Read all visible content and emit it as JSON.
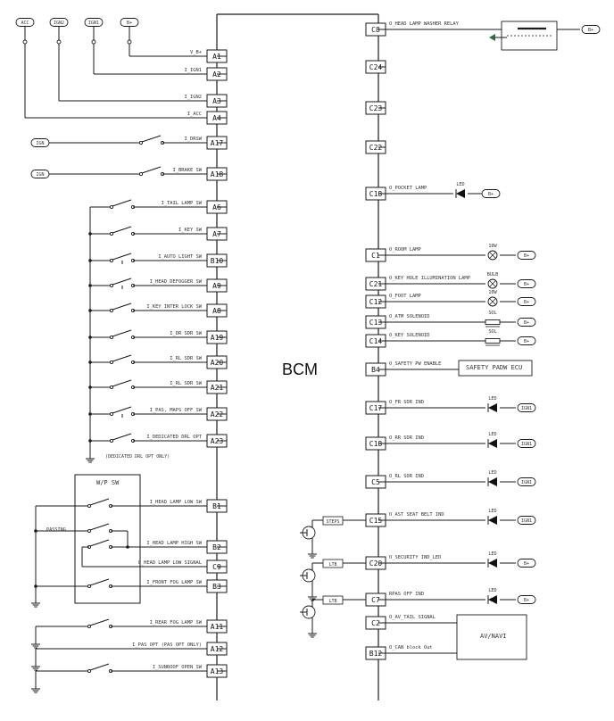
{
  "bcm": {
    "label": "BCM"
  },
  "sources": [
    {
      "text": "ACC"
    },
    {
      "text": "IGN2"
    },
    {
      "text": "IGN1"
    },
    {
      "text": "B+"
    }
  ],
  "pins_left": [
    {
      "pin": "A1",
      "signal": "V_B+"
    },
    {
      "pin": "A2",
      "signal": "I_IGN1"
    },
    {
      "pin": "A3",
      "signal": "I_IGN2"
    },
    {
      "pin": "A4",
      "signal": "I_ACC"
    },
    {
      "pin": "A17",
      "signal": "I_DRSW"
    },
    {
      "pin": "A18",
      "signal": "I_BRAKE SW"
    },
    {
      "pin": "A6",
      "signal": "I_TAIL LAMP SW"
    },
    {
      "pin": "A7",
      "signal": "I_KEY SW"
    },
    {
      "pin": "B10",
      "signal": "I_AUTO LIGHT SW"
    },
    {
      "pin": "A9",
      "signal": "I_HEAD DEFOGGER SW"
    },
    {
      "pin": "A8",
      "signal": "I_KEY INTER LOCK SW"
    },
    {
      "pin": "A19",
      "signal": "I_DR SDR SW"
    },
    {
      "pin": "A20",
      "signal": "I_RL SDR SW"
    },
    {
      "pin": "A21",
      "signal": "I_RL SDR SW"
    },
    {
      "pin": "A22",
      "signal": "I_PAS, MAPS OFF SW"
    },
    {
      "pin": "A23",
      "signal": "I_DEDICATED DRL OPT"
    },
    {
      "pin": "B1",
      "signal": "I_HEAD LAMP LOW SW"
    },
    {
      "pin": "B2",
      "signal": "I_HEAD LAMP HIGH SW"
    },
    {
      "pin": "C9",
      "signal": "O_HEAD LAMP LOW SIGNAL"
    },
    {
      "pin": "B3",
      "signal": "I_FRONT FOG LAMP SW"
    },
    {
      "pin": "A11",
      "signal": "I_REAR FOG LAMP SW"
    },
    {
      "pin": "A12",
      "signal": "I_PAS OPT (PAS OPT ONLY)"
    },
    {
      "pin": "A13",
      "signal": "I_SUNROOF OPEN SW"
    }
  ],
  "pins_right": [
    {
      "pin": "C8",
      "signal": "O_HEAD LAMP WASHER RELAY",
      "device": "",
      "dest": "B+"
    },
    {
      "pin": "C24",
      "signal": "",
      "device": "",
      "dest": ""
    },
    {
      "pin": "C23",
      "signal": "",
      "device": "",
      "dest": ""
    },
    {
      "pin": "C22",
      "signal": "",
      "device": "",
      "dest": ""
    },
    {
      "pin": "C18",
      "signal": "O_POCKET LAMP",
      "device": "LED",
      "dest": "B+"
    },
    {
      "pin": "C1",
      "signal": "O_ROOM LAMP",
      "device": "10W",
      "dest": "B+"
    },
    {
      "pin": "C21",
      "signal": "O_KEY HOLE ILLUMINATION LAMP",
      "device": "BULB",
      "dest": "B+"
    },
    {
      "pin": "C12",
      "signal": "O_FOOT LAMP",
      "device": "10W",
      "dest": "B+"
    },
    {
      "pin": "C13",
      "signal": "O_ATM SOLENOID",
      "device": "SOL",
      "dest": "B+"
    },
    {
      "pin": "C14",
      "signal": "O_KEY SOLENOID",
      "device": "SOL",
      "dest": "B+"
    },
    {
      "pin": "B4",
      "signal": "O_SAFETY PW ENABLE",
      "device": "",
      "dest": ""
    },
    {
      "pin": "C17",
      "signal": "O_FR SDR IND",
      "device": "LED",
      "dest": "IGN1"
    },
    {
      "pin": "C18",
      "signal": "O_RR SDR IND",
      "device": "LED",
      "dest": "IGN1"
    },
    {
      "pin": "C5",
      "signal": "O_RL SDR IND",
      "device": "LED",
      "dest": "IGN1"
    },
    {
      "pin": "C15",
      "signal": "O_AST SEAT BELT IND",
      "device": "LED",
      "dest": "IGN1"
    },
    {
      "pin": "C20",
      "signal": "O_SECURITY IND_LED",
      "device": "LED",
      "dest": "B+"
    },
    {
      "pin": "C7",
      "signal": "RPAS OFF IND",
      "device": "LED",
      "dest": "B+"
    },
    {
      "pin": "C2",
      "signal": "O_AV_TAIL SIGNAL",
      "device": "",
      "dest": ""
    },
    {
      "pin": "B12",
      "signal": "O_CAN block Out",
      "device": "",
      "dest": ""
    }
  ],
  "ign_labels": [
    {
      "text": "IGN"
    },
    {
      "text": "IGN"
    }
  ],
  "dedicated_note": "(DEDICATED DRL OPT ONLY)",
  "wp_switch": {
    "title": "W/P SW",
    "passing": "PASSING"
  },
  "safety_box": {
    "label": "SAFETY PADW ECU"
  },
  "av_box": {
    "label": "AV/NAVI"
  },
  "sensor_boxes": [
    {
      "text": "STEPS"
    },
    {
      "text": "LTB"
    },
    {
      "text": "LTB"
    }
  ],
  "colors": {
    "line": "#1a1a1a",
    "pin_fill": "#ffffff",
    "led_fill": "#111111",
    "relay_arrow": "#2e6b3a"
  }
}
